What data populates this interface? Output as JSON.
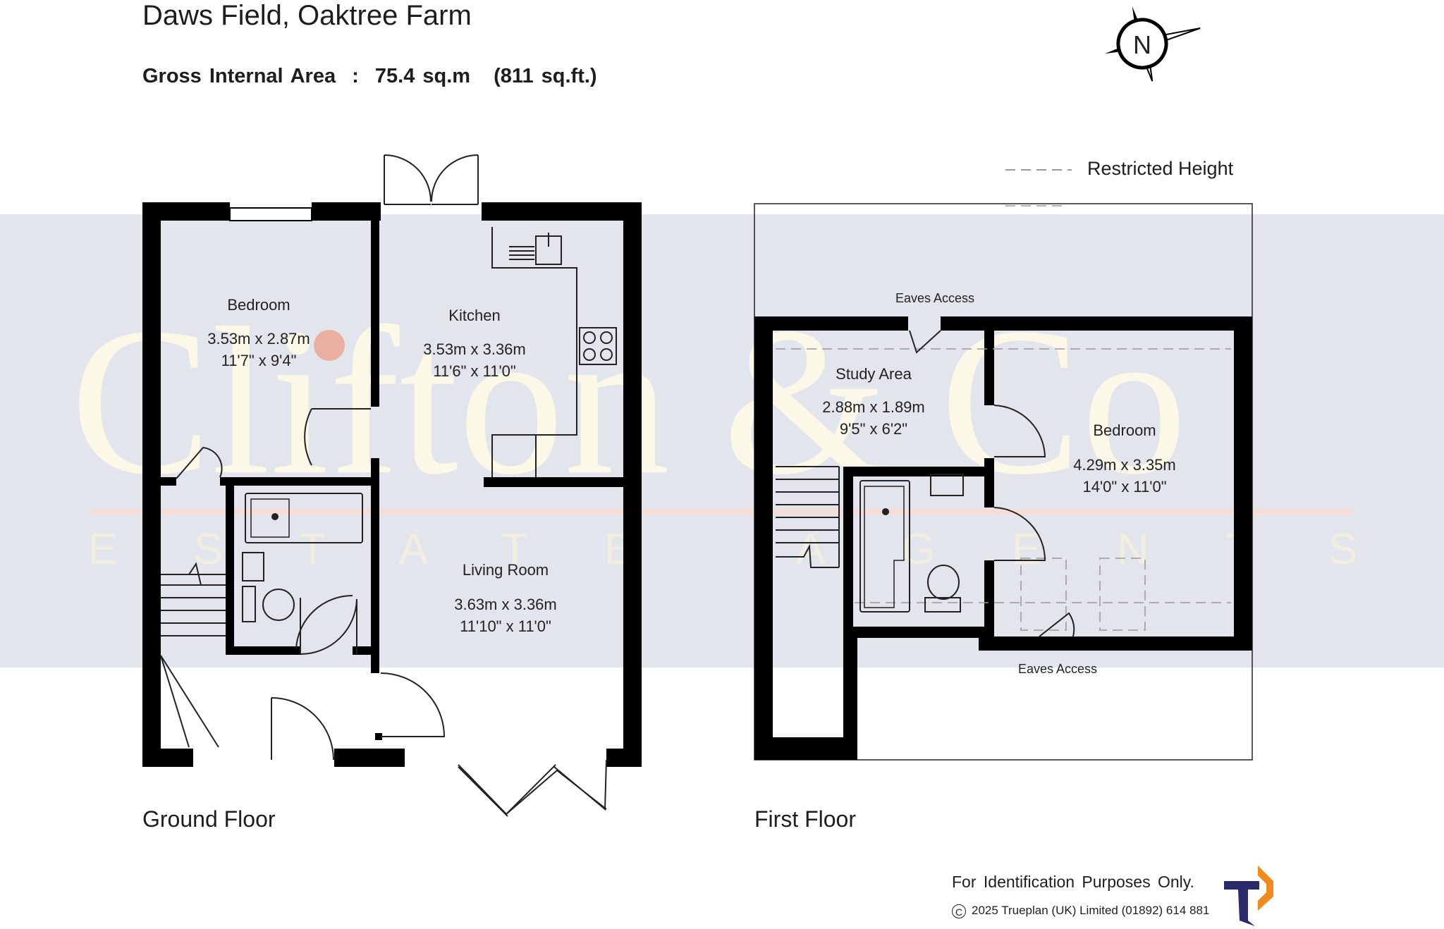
{
  "header": {
    "title": "Daws Field, Oaktree Farm",
    "gia_label": "Gross Internal Area",
    "gia_sep": ":",
    "gia_sqm": "75.4 sq.m",
    "gia_sqft": "(811 sq.ft.)"
  },
  "compass": {
    "letter": "N"
  },
  "legend": {
    "label": "Restricted Height"
  },
  "watermark": {
    "name": "Clifton & Co",
    "tagline": "ESTATE AGENTS"
  },
  "ground_floor": {
    "label": "Ground Floor",
    "rooms": [
      {
        "name": "Bedroom",
        "metric": "3.53m  x  2.87m",
        "imperial": "11'7\"  x  9'4\""
      },
      {
        "name": "Kitchen",
        "metric": "3.53m  x  3.36m",
        "imperial": "11'6\"  x  11'0\""
      },
      {
        "name": "Living Room",
        "metric": "3.63m  x  3.36m",
        "imperial": "11'10\"  x  11'0\""
      }
    ]
  },
  "first_floor": {
    "label": "First Floor",
    "rooms": [
      {
        "name": "Study Area",
        "metric": "2.88m  x  1.89m",
        "imperial": "9'5\"  x  6'2\""
      },
      {
        "name": "Bedroom",
        "metric": "4.29m  x  3.35m",
        "imperial": "14'0\"  x  11'0\""
      }
    ],
    "eaves_top": "Eaves Access",
    "eaves_bottom": "Eaves Access"
  },
  "footer": {
    "disclaimer": "For Identification Purposes Only.",
    "copyright_symbol": "C",
    "copyright": "2025 Trueplan (UK) Limited  (01892) 614 881"
  },
  "colors": {
    "band": "#e3e5ec",
    "wall": "#000000",
    "logo_navy": "#2b2a6b",
    "logo_orange": "#f08a1c"
  }
}
